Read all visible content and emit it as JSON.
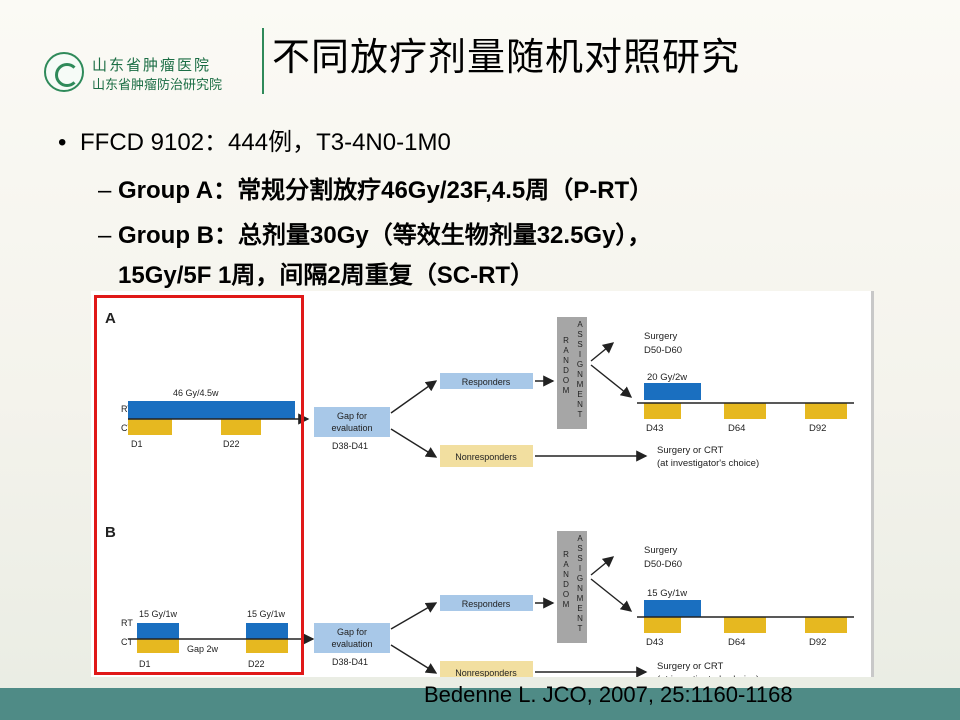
{
  "logo": {
    "line1": "山东省肿瘤医院",
    "line2": "山东省肿瘤防治研究院",
    "icon": "hospital-emblem-icon"
  },
  "title": "不同放疗剂量随机对照研究",
  "bullet": "FFCD 9102：444例，T3-4N0-1M0",
  "sub1": {
    "head": "Group A",
    "rest": "：常规分割放疗46Gy/23F,4.5周（P-RT）"
  },
  "sub2": {
    "head": "Group B",
    "rest": "：总剂量30Gy（等效生物剂量32.5Gy），"
  },
  "sub3": "15Gy/5F 1周，间隔2周重复（SC-RT）",
  "colors": {
    "rt": "#1a6fc0",
    "ct": "#e6b820",
    "box": "#a8c8e8",
    "nonresp": "#f2dfa0",
    "random": "#a6a6a6",
    "highlight": "#e01818",
    "band": "#4f8b86"
  },
  "figure": {
    "panel_a": {
      "label": "A",
      "dose_label": "46 Gy/4.5w",
      "rt": "RT",
      "ct": "CT",
      "d1": "D1",
      "d22": "D22",
      "gap": [
        "Gap for",
        "evaluation"
      ],
      "gap_days": "D38-D41",
      "responders": "Responders",
      "nonresponders": "Nonresponders",
      "random": [
        "R",
        "A",
        "N",
        "D",
        "O",
        "M"
      ],
      "assignment": [
        "A",
        "S",
        "S",
        "I",
        "G",
        "N",
        "M",
        "E",
        "N",
        "T"
      ],
      "surgery": "Surgery",
      "surgery_days": "D50-D60",
      "boost": "20 Gy/2w",
      "d43": "D43",
      "d64": "D64",
      "d92": "D92",
      "surg_crt": "Surgery or CRT",
      "choice": "(at investigator's choice)"
    },
    "panel_b": {
      "label": "B",
      "dose1": "15 Gy/1w",
      "dose2": "15 Gy/1w",
      "rt": "RT",
      "ct": "CT",
      "d1": "D1",
      "gap2w": "Gap 2w",
      "d22": "D22",
      "gap": [
        "Gap for",
        "evaluation"
      ],
      "gap_days": "D38-D41",
      "responders": "Responders",
      "nonresponders": "Nonresponders",
      "random": [
        "R",
        "A",
        "N",
        "D",
        "O",
        "M"
      ],
      "assignment": [
        "A",
        "S",
        "S",
        "I",
        "G",
        "N",
        "M",
        "E",
        "N",
        "T"
      ],
      "surgery": "Surgery",
      "surgery_days": "D50-D60",
      "boost": "15 Gy/1w",
      "d43": "D43",
      "d64": "D64",
      "d92": "D92",
      "surg_crt": "Surgery or CRT",
      "choice": "(at investigator's choice)"
    }
  },
  "citation": "Bedenne L. JCO, 2007, 25:1160-1168"
}
